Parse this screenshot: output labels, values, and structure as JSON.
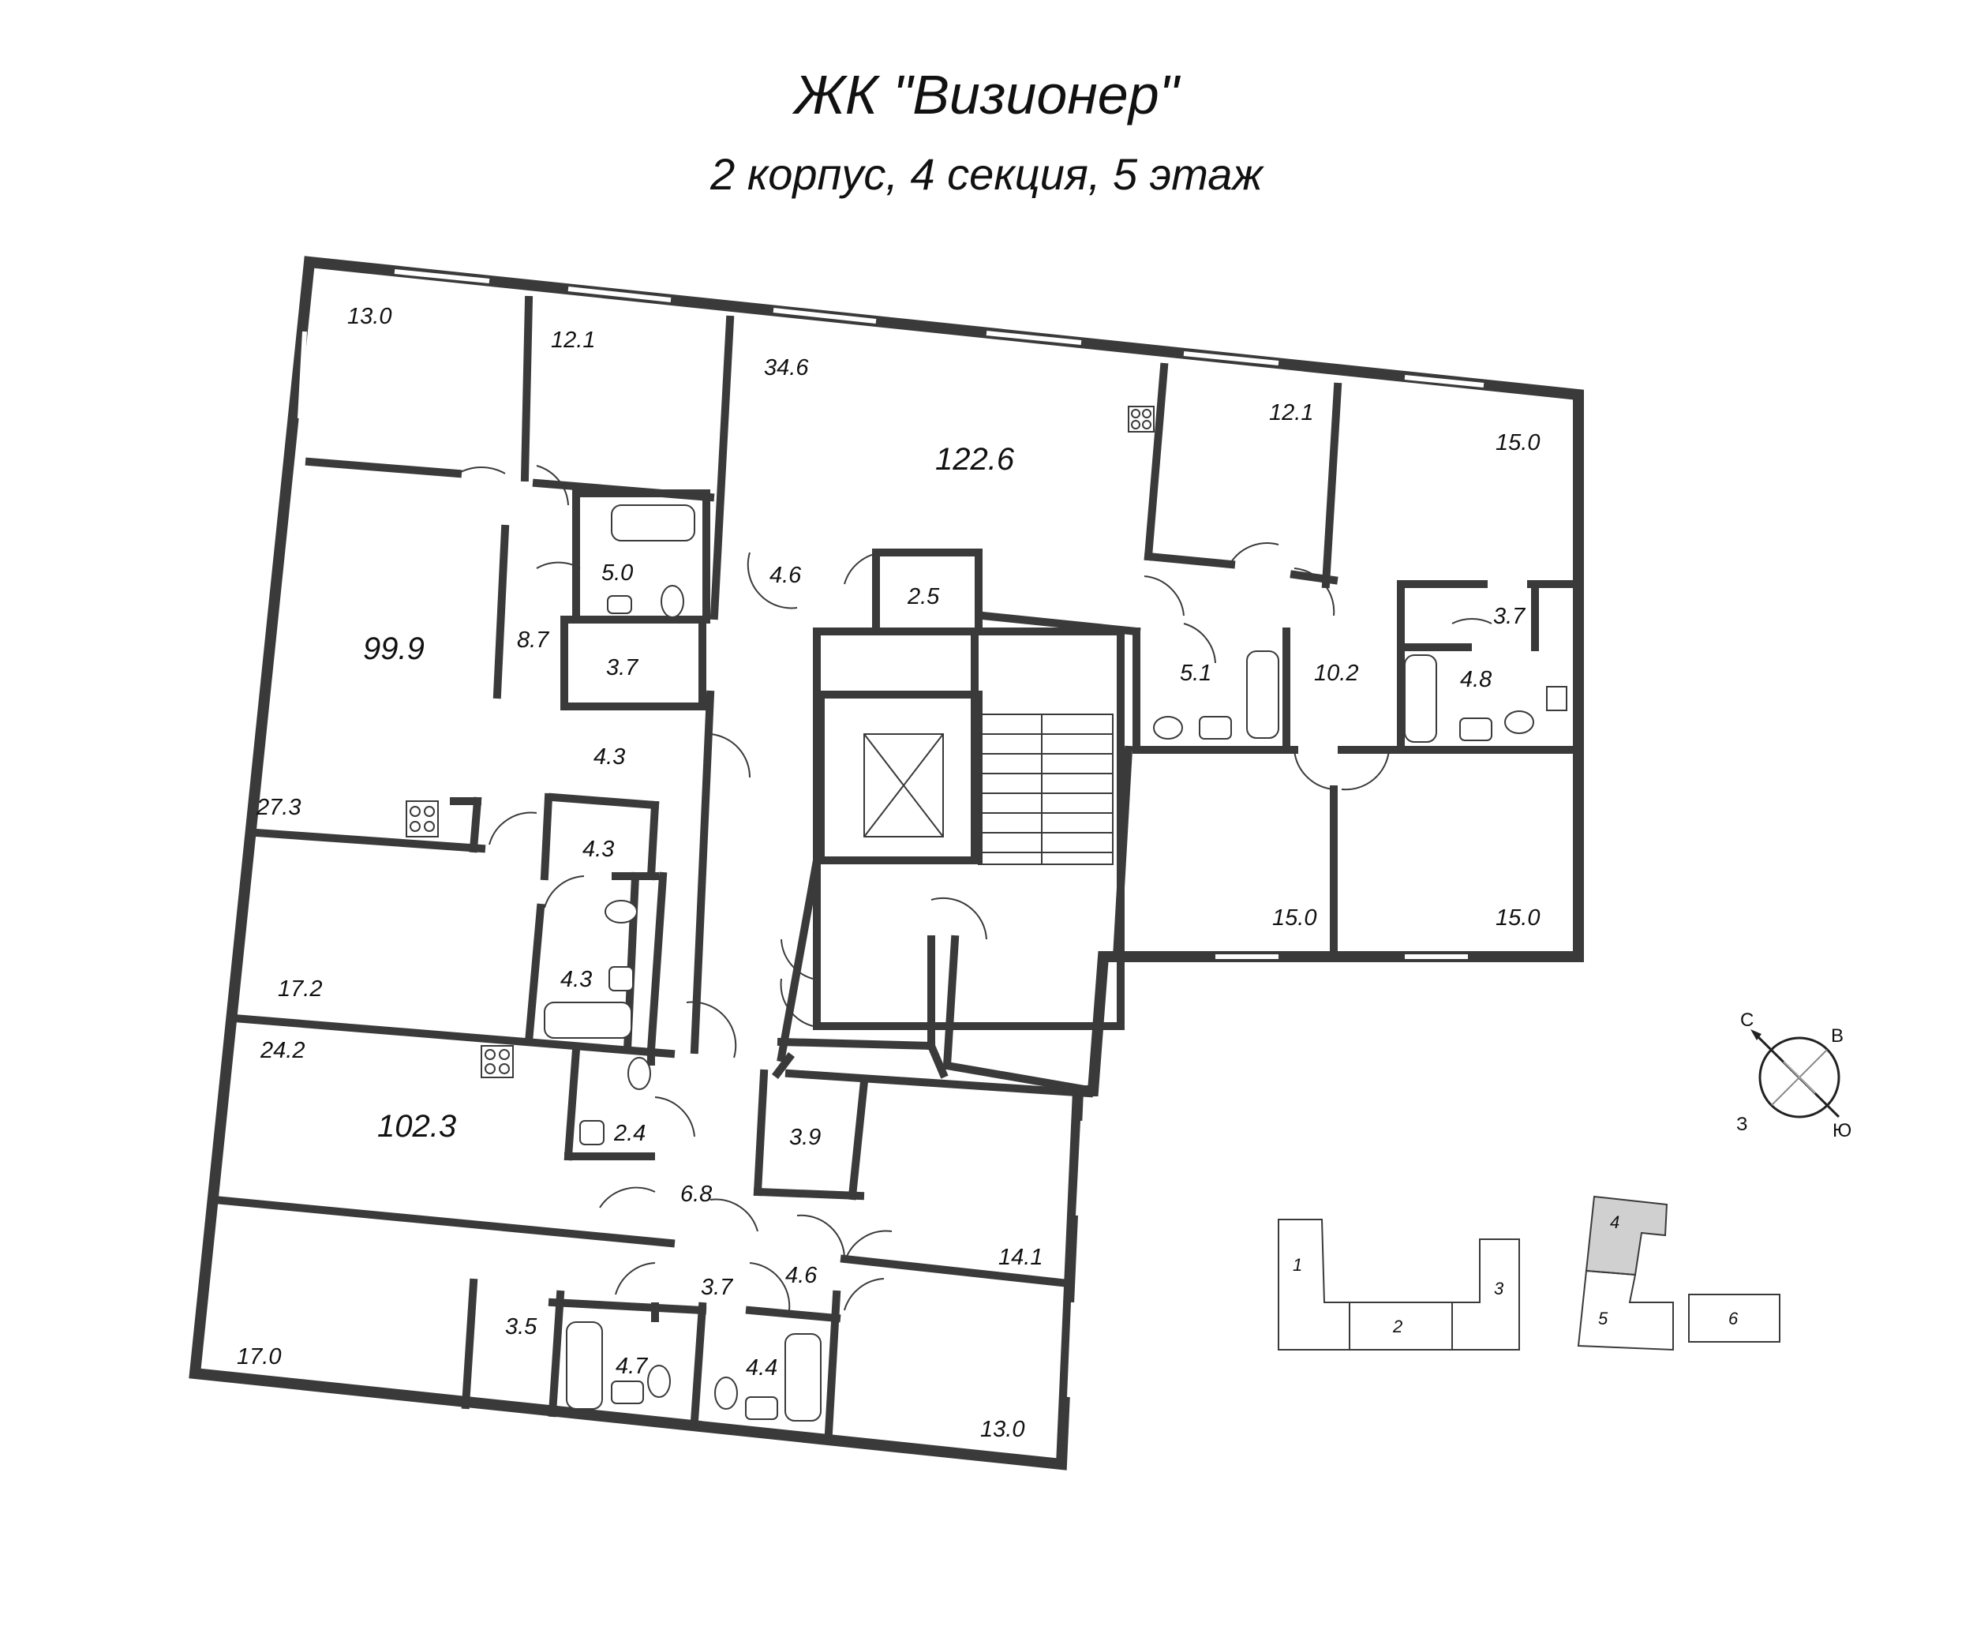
{
  "header": {
    "title": "ЖК \"Визионер\"",
    "subtitle": "2 корпус, 4 секция, 5 этаж"
  },
  "apartments": {
    "a1_total": "99.9",
    "a2_total": "122.6",
    "a3_total": "102.3"
  },
  "rooms": {
    "r13_0a": "13.0",
    "r12_1a": "12.1",
    "r34_6": "34.6",
    "r12_1b": "12.1",
    "r15_0a": "15.0",
    "r5_0": "5.0",
    "r4_6a": "4.6",
    "r2_5": "2.5",
    "r8_7": "8.7",
    "r3_7a": "3.7",
    "r5_1": "5.1",
    "r10_2": "10.2",
    "r3_7b": "3.7",
    "r4_8": "4.8",
    "r4_3a": "4.3",
    "r27_3": "27.3",
    "r4_3b": "4.3",
    "r4_3c": "4.3",
    "r17_2": "17.2",
    "r15_0b": "15.0",
    "r15_0c": "15.0",
    "r24_2": "24.2",
    "r2_4": "2.4",
    "r3_9": "3.9",
    "r6_8": "6.8",
    "r14_1": "14.1",
    "r3_7c": "3.7",
    "r4_6b": "4.6",
    "r3_5": "3.5",
    "r4_7": "4.7",
    "r4_4": "4.4",
    "r17_0": "17.0",
    "r13_0b": "13.0"
  },
  "compass": {
    "n": "С",
    "e": "В",
    "s": "Ю",
    "w": "З"
  },
  "key_plan": {
    "sections": [
      "1",
      "2",
      "3",
      "4",
      "5",
      "6"
    ],
    "highlighted": "4",
    "highlight_color": "#d0d0d0"
  }
}
